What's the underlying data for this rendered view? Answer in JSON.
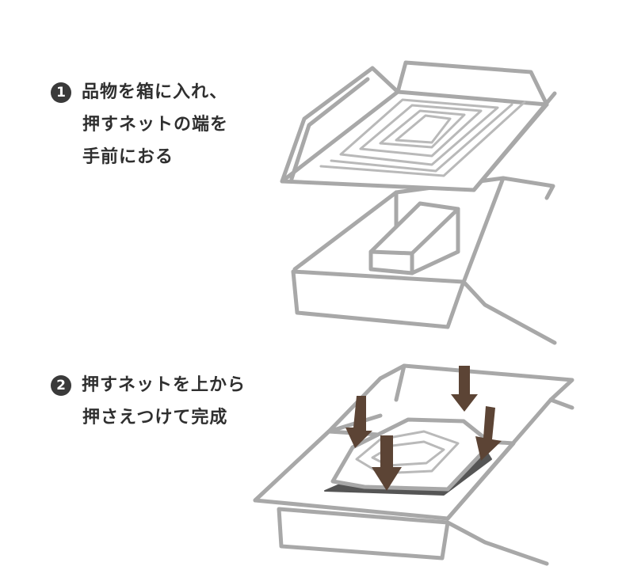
{
  "steps": [
    {
      "number": "1",
      "lines": [
        "品物を箱に入れ、",
        "押すネットの端を",
        "手前におる"
      ]
    },
    {
      "number": "2",
      "lines": [
        "押すネットを上から",
        "押さえつけて完成"
      ]
    }
  ],
  "colors": {
    "text": "#2f2f2f",
    "badge": "#3a3a3a",
    "line": "#a8a8a8",
    "inner_line": "#b9b9b9",
    "arrow": "#5c4435",
    "dark_layer": "#555555"
  },
  "icons": [
    "box-net-open-illustration",
    "box-net-pressed-illustration",
    "down-arrow-icon"
  ]
}
